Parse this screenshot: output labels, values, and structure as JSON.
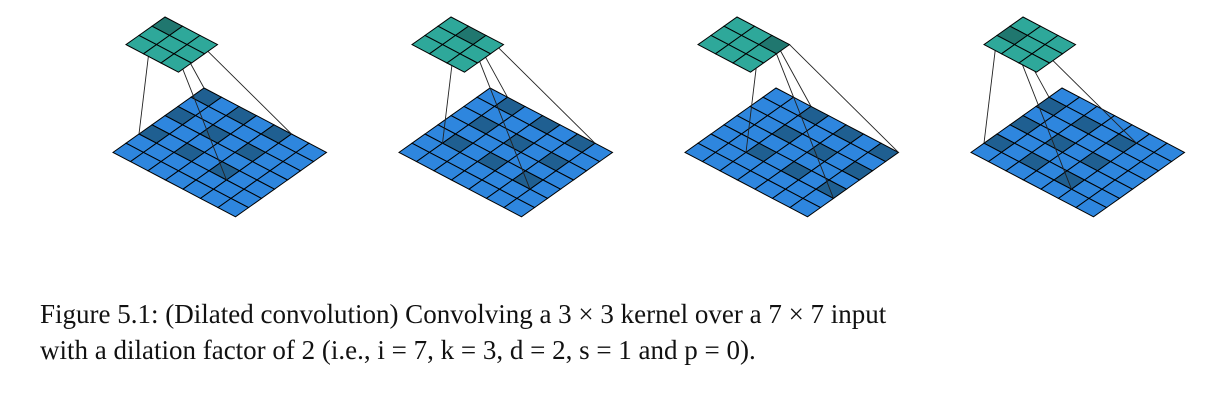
{
  "figure": {
    "panels": [
      {
        "output_highlight": [
          0,
          0
        ],
        "input_offset": [
          0,
          0
        ]
      },
      {
        "output_highlight": [
          0,
          1
        ],
        "input_offset": [
          0,
          1
        ]
      },
      {
        "output_highlight": [
          0,
          2
        ],
        "input_offset": [
          0,
          2
        ]
      },
      {
        "output_highlight": [
          1,
          0
        ],
        "input_offset": [
          1,
          0
        ]
      }
    ],
    "input_size": 7,
    "output_size": 3,
    "kernel_size": 3,
    "dilation": 2,
    "colors": {
      "input_cell": "#2e86de",
      "input_highlight": "#1f5f91",
      "output_cell": "#2ea89a",
      "output_highlight": "#20776f",
      "stroke": "#000000"
    }
  },
  "caption": {
    "line1": "Figure 5.1:  (Dilated convolution) Convolving a 3 × 3 kernel over a 7 × 7 input",
    "line2": "with a dilation factor of 2 (i.e., i = 7, k = 3, d = 2, s = 1 and p = 0)."
  }
}
